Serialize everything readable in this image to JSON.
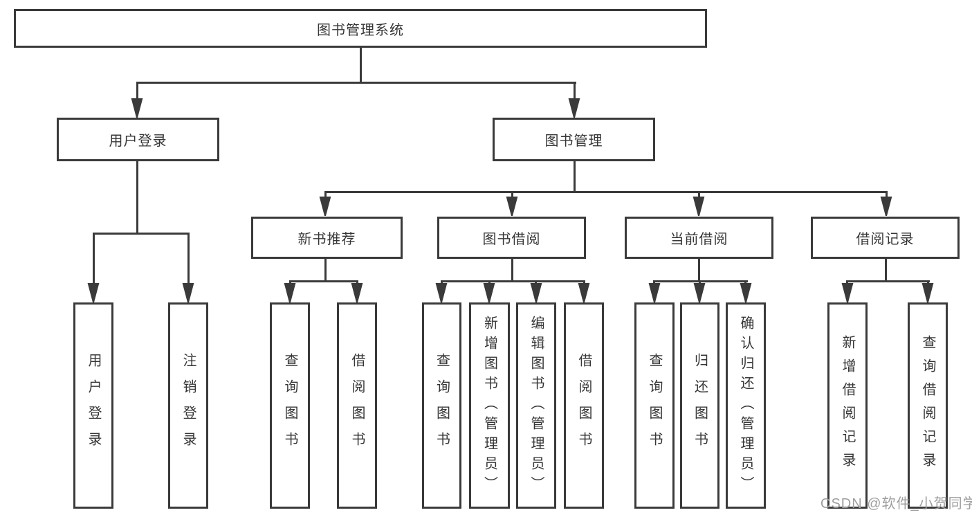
{
  "watermark": "CSDN @软件_小贺同学",
  "nodes": {
    "root": "图书管理系统",
    "user_login": "用户登录",
    "book_mgmt": "图书管理",
    "new_book_rec": "新书推荐",
    "book_borrow": "图书借阅",
    "current_borrow": "当前借阅",
    "borrow_record": "借阅记录",
    "leaf_user_login": "用户登录",
    "leaf_logout": "注销登录",
    "leaf_query_book_1": "查询图书",
    "leaf_borrow_book_1": "借阅图书",
    "leaf_query_book_2": "查询图书",
    "leaf_add_book": "新增图书（管理员）",
    "leaf_edit_book": "编辑图书（管理员）",
    "leaf_borrow_book_2": "借阅图书",
    "leaf_query_book_3": "查询图书",
    "leaf_return_book": "归还图书",
    "leaf_confirm_return": "确认归还（管理员）",
    "leaf_add_record": "新增借阅记录",
    "leaf_query_record": "查询借阅记录"
  },
  "hierarchy": {
    "图书管理系统": {
      "用户登录": [
        "用户登录",
        "注销登录"
      ],
      "图书管理": {
        "新书推荐": [
          "查询图书",
          "借阅图书"
        ],
        "图书借阅": [
          "查询图书",
          "新增图书（管理员）",
          "编辑图书（管理员）",
          "借阅图书"
        ],
        "当前借阅": [
          "查询图书",
          "归还图书",
          "确认归还（管理员）"
        ],
        "借阅记录": [
          "新增借阅记录",
          "查询借阅记录"
        ]
      }
    }
  },
  "colors": {
    "line": "#3a3a3a",
    "text": "#363636",
    "background": "#ffffff",
    "watermark": "#9e9e9e"
  }
}
